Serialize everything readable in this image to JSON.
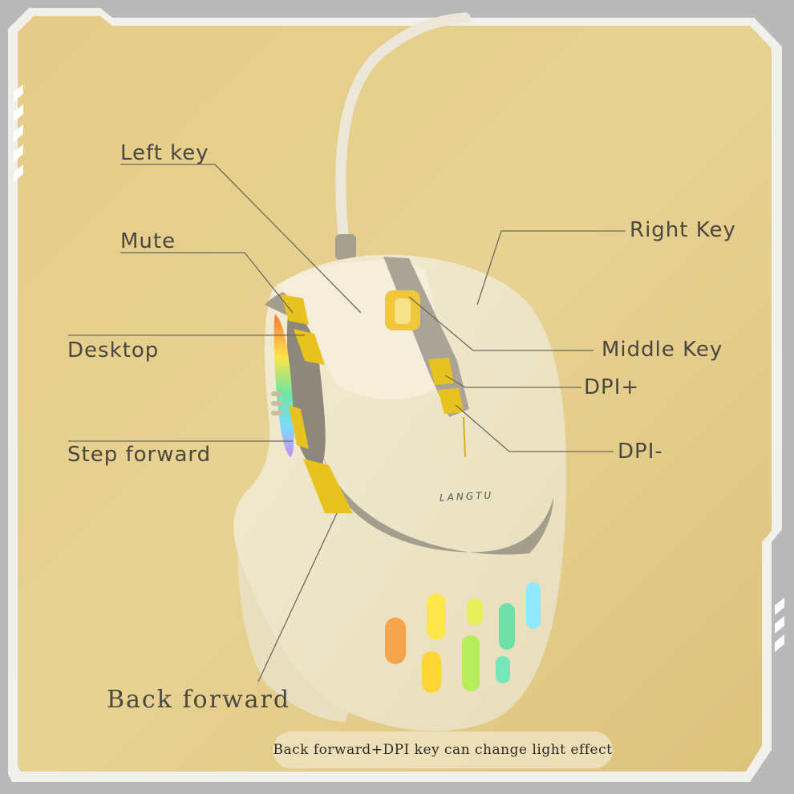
{
  "labels": {
    "left_key": "Left key",
    "mute": "Mute",
    "desktop": "Desktop",
    "step_forward": "Step forward",
    "back_forward": "Back forward",
    "right_key": "Right Key",
    "middle_key": "Middle Key",
    "dpi_plus": "DPI+",
    "dpi_minus": "DPI-"
  },
  "brand": "LANGTU",
  "caption": "Back forward+DPI key can change light effect",
  "colors": {
    "background": "#e6cf8c",
    "frame": "#f2f0ea",
    "mouse_body": "#f1e9cc",
    "accent": "#e8c21e",
    "trim": "#a39d8e"
  }
}
